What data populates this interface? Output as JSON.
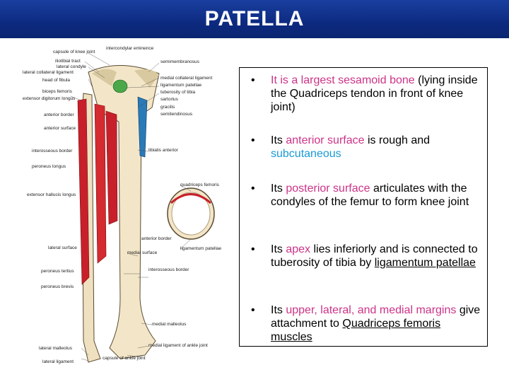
{
  "title": "PATELLA",
  "figure": {
    "labels": {
      "capsule_knee": "capsule of knee joint",
      "intercondylar": "intercondylar eminence",
      "iliotibial": "iliotibial tract",
      "lateral_condyle": "lateral condyle",
      "lat_coll_lig": "lateral collateral ligament",
      "head_fibula": "head of fibula",
      "biceps": "biceps femoris",
      "ext_dig": "extensor digitorum longus",
      "ant_border_l": "anterior border",
      "ant_surface": "anterior surface",
      "interosseous_l": "interosseous border",
      "peroneus_longus": "peroneus longus",
      "ext_hallucis": "extensor hallucis longus",
      "lateral_surface": "lateral surface",
      "peroneus_tertius": "peroneus tertius",
      "peroneus_brevis": "peroneus brevis",
      "lat_malleolus": "lateral malleolus",
      "lat_ligament": "lateral ligament",
      "semimembranosus": "semimembranosus",
      "med_coll_lig": "medial collateral ligament",
      "lig_patellae_top": "ligamentum patellae",
      "tuberosity": "tuberosity of tibia",
      "sartorius": "sartorius",
      "gracilis": "gracilis",
      "semitendinosus": "semitendinosus",
      "tibialis_ant": "tibialis anterior",
      "quadriceps": "quadriceps femoris",
      "ant_border_r": "anterior border",
      "medial_surface": "medial surface",
      "lig_patellae": "ligamentum patellae",
      "interosseous_r": "interosseous border",
      "med_malleolus": "medial malleolus",
      "med_lig_ankle": "medial ligament of ankle joint",
      "capsule_ankle": "capsule of ankle joint"
    }
  },
  "bullets": [
    {
      "dot": "•",
      "a": "It is a largest sesamoid bone",
      "b": " (lying inside the Quadriceps tendon in front of knee joint)"
    },
    {
      "dot": "•",
      "a": "Its ",
      "b": "anterior surface",
      "c": " is rough and ",
      "d": "subcutaneous"
    },
    {
      "dot": "•",
      "a": "Its ",
      "b": "posterior surface",
      "c": " articulates with the condyles of the femur to form knee joint"
    },
    {
      "dot": "•",
      "a": "Its ",
      "b": "apex",
      "c": " lies inferiorly and is connected to tuberosity of tibia by ",
      "d": "ligamentum patellae"
    },
    {
      "dot": "•",
      "a": "Its ",
      "b": "upper, lateral, and medial margins",
      "c": " give attachment to ",
      "d": "Quadriceps femoris muscles"
    }
  ],
  "colors": {
    "title_bg": "#0d2a80",
    "pink": "#cc3388",
    "blue": "#1a9ad6",
    "bone": "#f3e6c8",
    "muscle": "#c8202a"
  }
}
